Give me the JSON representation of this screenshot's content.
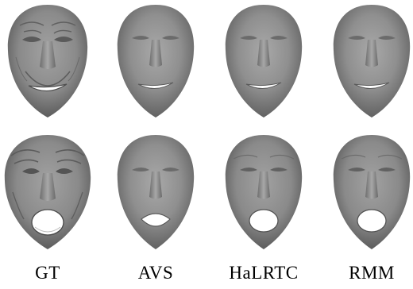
{
  "figure": {
    "columns": [
      {
        "label": "GT"
      },
      {
        "label": "AVS"
      },
      {
        "label": "HaLRTC"
      },
      {
        "label": "RMM"
      }
    ],
    "rows": [
      {
        "expression": "smile"
      },
      {
        "expression": "open-mouth"
      }
    ]
  }
}
